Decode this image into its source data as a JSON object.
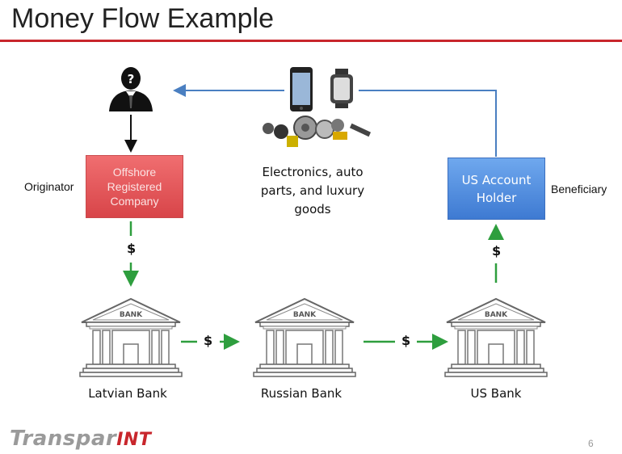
{
  "slide": {
    "title": "Money Flow Example",
    "page_number": "6"
  },
  "nodes": {
    "offshore_company": "Offshore Registered Company",
    "us_account_holder": "US Account Holder",
    "goods": "Electronics, auto parts, and luxury goods"
  },
  "roles": {
    "originator": "Originator",
    "beneficiary": "Beneficiary"
  },
  "banks": {
    "icon_text": "BANK",
    "latvian": "Latvian Bank",
    "russian": "Russian Bank",
    "us": "US Bank"
  },
  "flows": {
    "currency_symbol": "$"
  },
  "logo": {
    "main": "Transpar",
    "suffix": "INT"
  },
  "colors": {
    "accent_red": "#c8262c",
    "arrow_green": "#2e9e3e",
    "arrow_blue": "#4a7fc1",
    "offshore_box": "#e8595c",
    "us_box": "#5b93e3"
  }
}
